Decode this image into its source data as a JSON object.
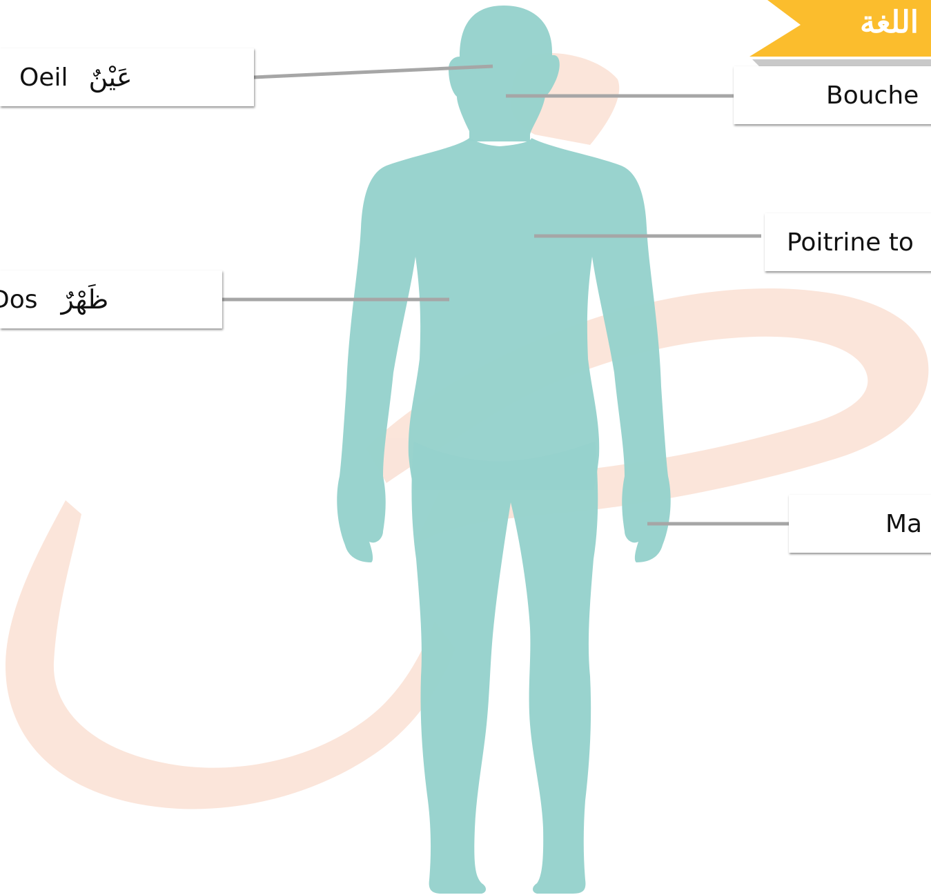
{
  "title": "اللغة",
  "labels": {
    "eye": {
      "arabic": "عَيْنٌ",
      "french": "Oeil"
    },
    "back": {
      "arabic": "ظَهْرٌ",
      "french": "Dos"
    },
    "mouth": {
      "french": "Bouche"
    },
    "chest": {
      "french": "Poitrine to"
    },
    "hand": {
      "french": "Ma"
    }
  },
  "colors": {
    "body": "#96d2cc",
    "watermark": "#f8d5c4",
    "leader_line": "#a6a6a6",
    "banner": "#fbbd2d",
    "banner_shadow": "#c9c9c9"
  },
  "icons": {
    "figure": "human-silhouette-icon",
    "watermark": "arabic-letter-sad-watermark"
  }
}
